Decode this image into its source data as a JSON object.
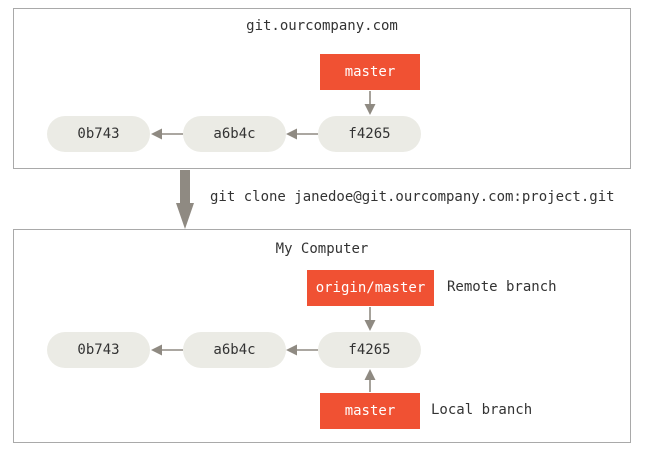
{
  "colors": {
    "commit_fill": "#ebebe5",
    "branch_fill": "#f05133",
    "arrow": "#8f8a82",
    "border": "#a9a9a9",
    "text": "#333333"
  },
  "remote": {
    "title": "git.ourcompany.com",
    "commits": [
      "0b743",
      "a6b4c",
      "f4265"
    ],
    "branch": "master"
  },
  "clone_command": "git clone janedoe@git.ourcompany.com:project.git",
  "local": {
    "title": "My Computer",
    "commits": [
      "0b743",
      "a6b4c",
      "f4265"
    ],
    "remote_branch": "origin/master",
    "remote_branch_label": "Remote branch",
    "local_branch": "master",
    "local_branch_label": "Local branch"
  }
}
